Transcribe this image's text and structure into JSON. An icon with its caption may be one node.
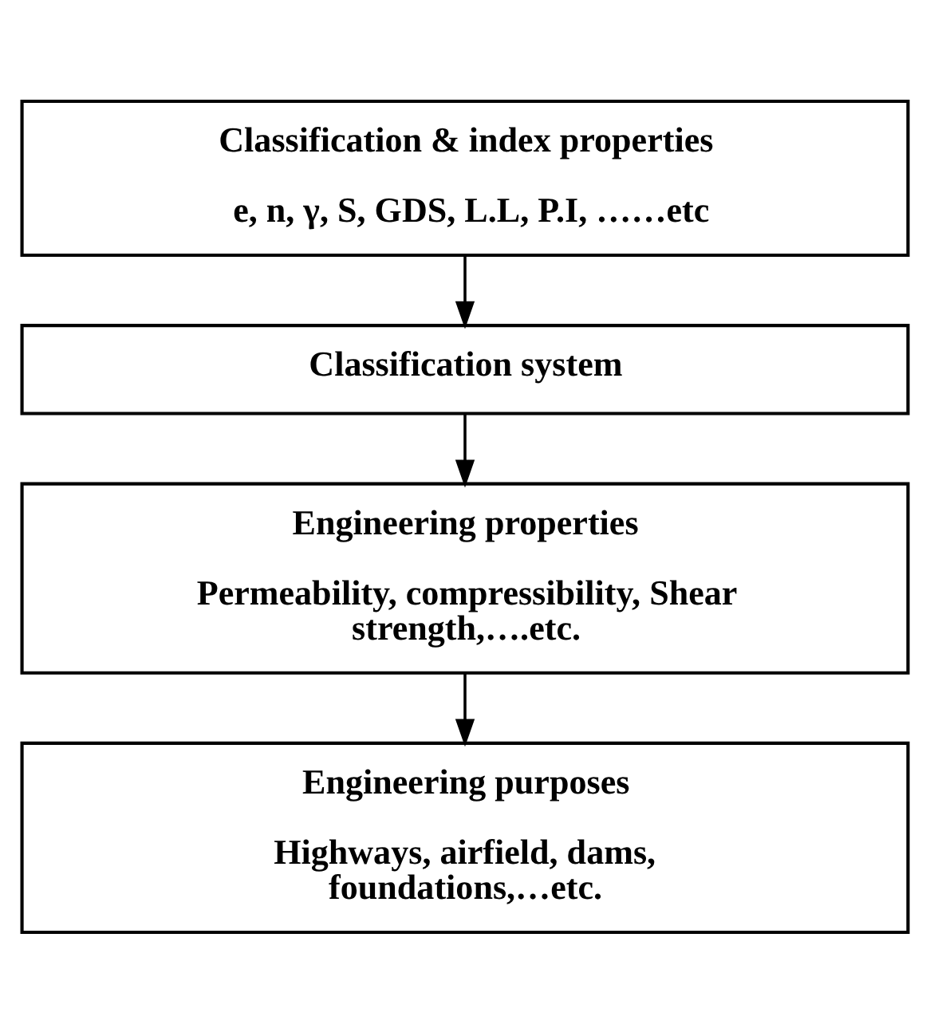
{
  "diagram": {
    "nodes": [
      {
        "text": [
          "Classification & index properties",
          "e, n, γ, S, GDS, L.L, P.I, ……etc"
        ]
      },
      {
        "text": [
          "Classification system"
        ]
      },
      {
        "text": [
          "Engineering properties",
          "Permeability, compressibility, Shear strength,….etc."
        ]
      },
      {
        "text": [
          "Engineering purposes",
          "Highways, airfield, dams, foundations,…etc."
        ]
      }
    ],
    "edges": [
      {
        "from": 0,
        "to": 1,
        "arrow": "to"
      },
      {
        "from": 1,
        "to": 2,
        "arrow": "to"
      },
      {
        "from": 2,
        "to": 3,
        "arrow": "to"
      }
    ]
  }
}
